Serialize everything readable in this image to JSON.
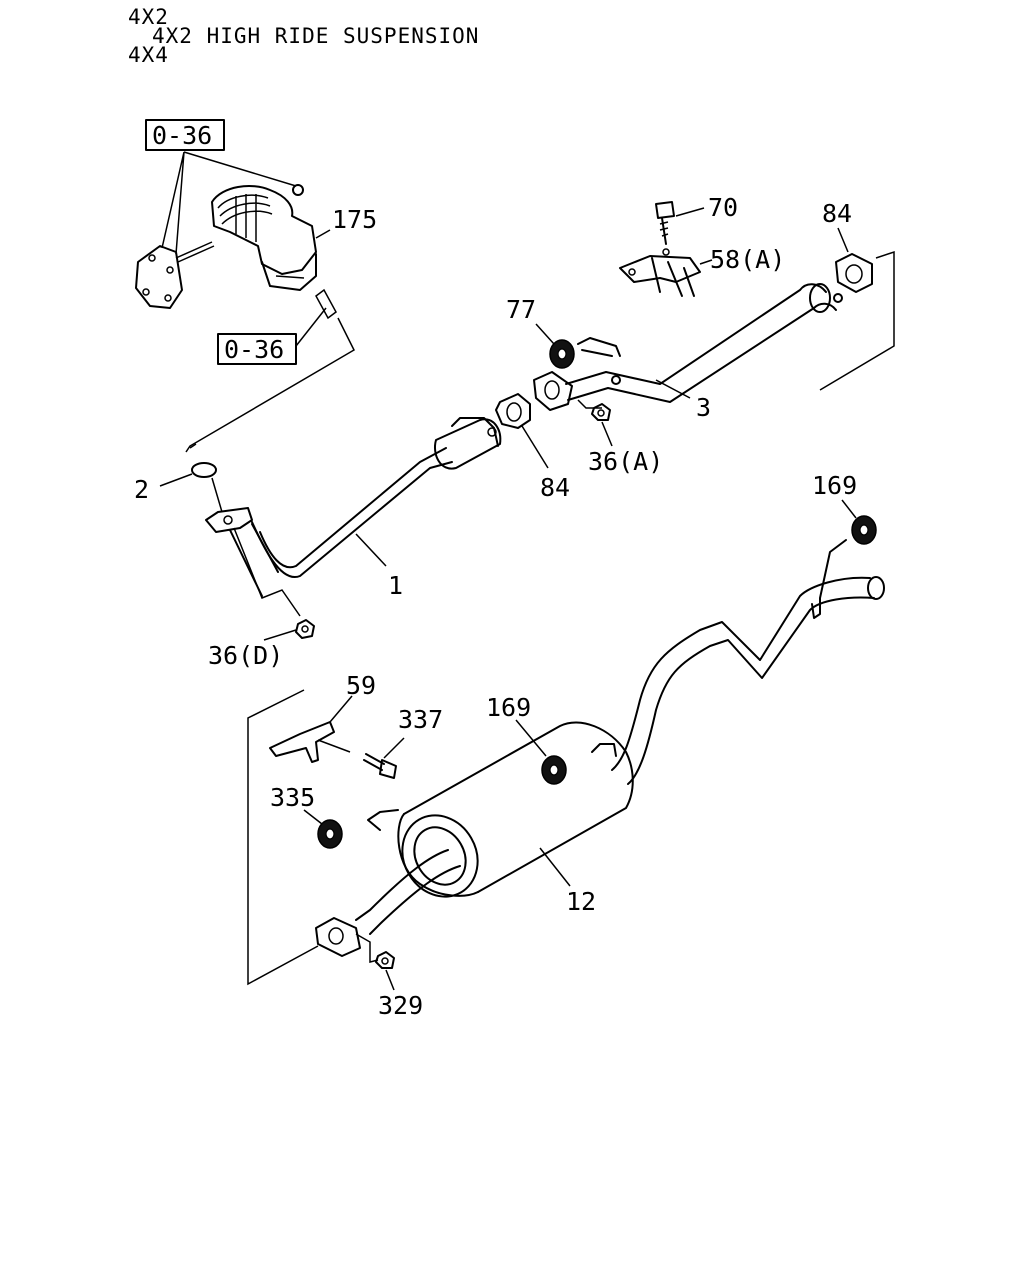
{
  "header": {
    "line1": "4X2",
    "line2": "4X2 HIGH RIDE SUSPENSION",
    "line3": "4X4"
  },
  "callouts": {
    "ref_top": "0-36",
    "ref_bottom": "0-36",
    "p175": "175",
    "p70": "70",
    "p58a": "58(A)",
    "p84_right": "84",
    "p77": "77",
    "p3": "3",
    "p84_mid": "84",
    "p36a": "36(A)",
    "p2": "2",
    "p1": "1",
    "p36d": "36(D)",
    "p169_top": "169",
    "p59": "59",
    "p337": "337",
    "p169_mid": "169",
    "p335": "335",
    "p12": "12",
    "p329": "329"
  }
}
